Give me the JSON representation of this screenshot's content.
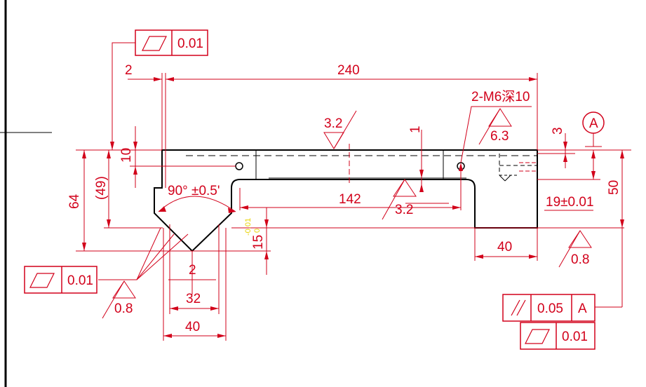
{
  "colors": {
    "background": "#ffffff",
    "outline": "#000000",
    "annotation": "#d2001a",
    "tolerance": "#e8d200"
  },
  "dims": {
    "d240": "240",
    "d2_top": "2",
    "d10": "10",
    "d49": "(49)",
    "d64": "64",
    "d3": "3",
    "d1": "1",
    "d50": "50",
    "d142": "142",
    "d19": "19±0.01",
    "d40_right": "40",
    "d15": "15",
    "d15_tol_upper": "-0.01",
    "d15_tol_lower": "0",
    "d2_bottom": "2",
    "d32": "32",
    "d40_bottom": "40",
    "angle": "90° ±0.5'"
  },
  "notes": {
    "thread": "2-M6深10"
  },
  "roughness": {
    "r32_top": "3.2",
    "r32_mid": "3.2",
    "r63": "6.3",
    "r08_left": "0.8",
    "r08_right": "0.8"
  },
  "datum": {
    "label": "A"
  },
  "fcf": {
    "top_flatness": {
      "symbol": "flatness-icon",
      "value": "0.01"
    },
    "left_flatness": {
      "symbol": "flatness-icon",
      "value": "0.01"
    },
    "parallelism": {
      "symbol": "parallelism-icon",
      "value": "0.05",
      "datum": "A"
    },
    "bottom_flatness": {
      "symbol": "flatness-icon",
      "value": "0.01"
    }
  }
}
